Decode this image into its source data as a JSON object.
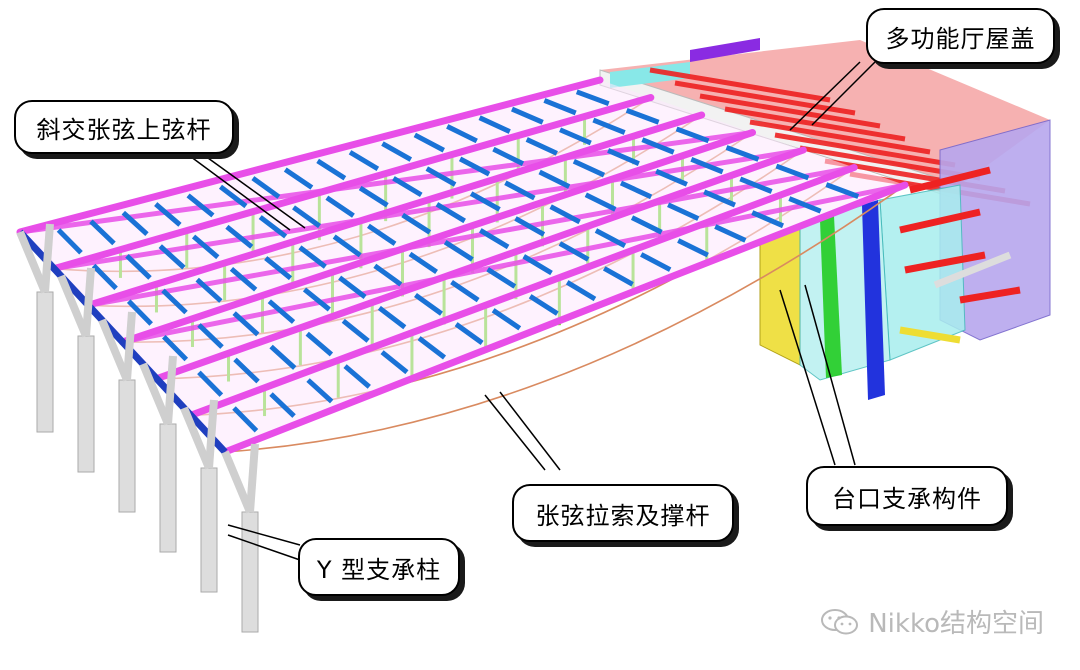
{
  "labels": {
    "roof_hall": "多功能厅屋盖",
    "top_chord": "斜交张弦上弦杆",
    "cable_strut": "张弦拉索及撑杆",
    "stage_support": "台口支承构件",
    "y_column": "Y 型支承柱"
  },
  "watermark": {
    "text": "Nikko结构空间",
    "icon": "wechat-icon"
  },
  "colors": {
    "top_chord": "#e84ee8",
    "purlin": "#1a72d6",
    "strut": "#66dd22",
    "cable": "#d98a60",
    "roof_red": "#ee2222",
    "column": "#dddddd",
    "yellow": "#eedd33",
    "cyan": "#77dddd",
    "blue_col": "#2233dd",
    "violet": "#9988dd"
  }
}
